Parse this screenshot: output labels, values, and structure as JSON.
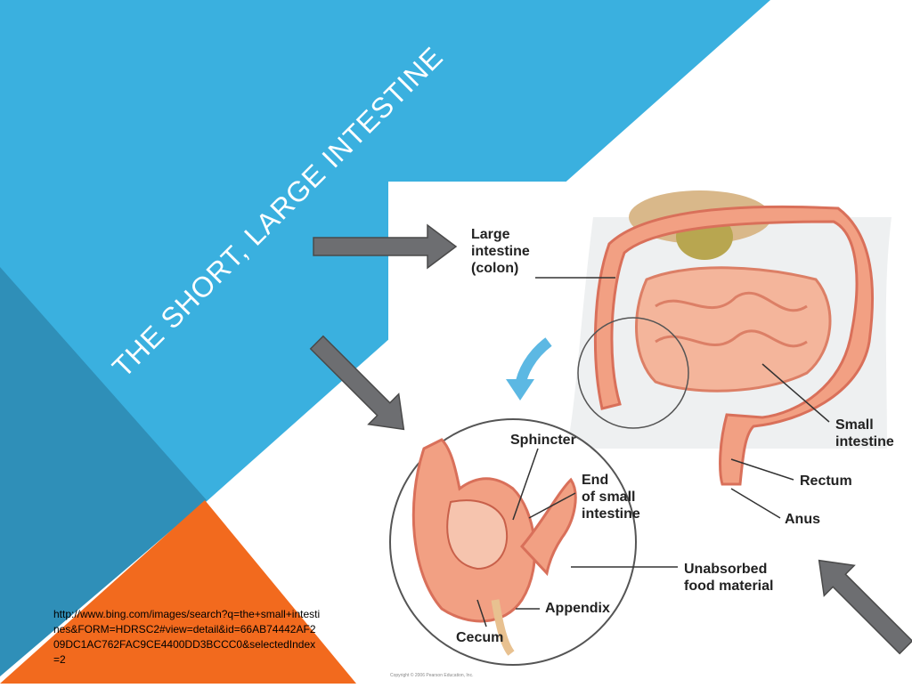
{
  "slide": {
    "title": "THE SHORT, LARGE INTESTINE",
    "source_url": "http://www.bing.com/images/search?q=the+small+intestines&FORM=HDRSC2#view=detail&id=66AB74442AF209DC1AC762FAC9CE4400DD3BCCC0&selectedIndex=2",
    "colors": {
      "blue": "#3AB0DF",
      "dark_blue": "#2F8FB8",
      "orange": "#F26A1E",
      "arrow_gray": "#6D6E71"
    }
  },
  "figure": {
    "labels": {
      "large_intestine": "Large",
      "large_intestine_2": "intestine",
      "large_intestine_3": "(colon)",
      "small_intestine": "Small",
      "small_intestine_2": "intestine",
      "rectum": "Rectum",
      "anus": "Anus",
      "sphincter": "Sphincter",
      "end_small": "End",
      "end_small_2": "of small",
      "end_small_3": "intestine",
      "unabsorbed": "Unabsorbed",
      "unabsorbed_2": "food material",
      "appendix": "Appendix",
      "cecum": "Cecum"
    },
    "copyright": "Copyright © 2006 Pearson Education, Inc."
  }
}
